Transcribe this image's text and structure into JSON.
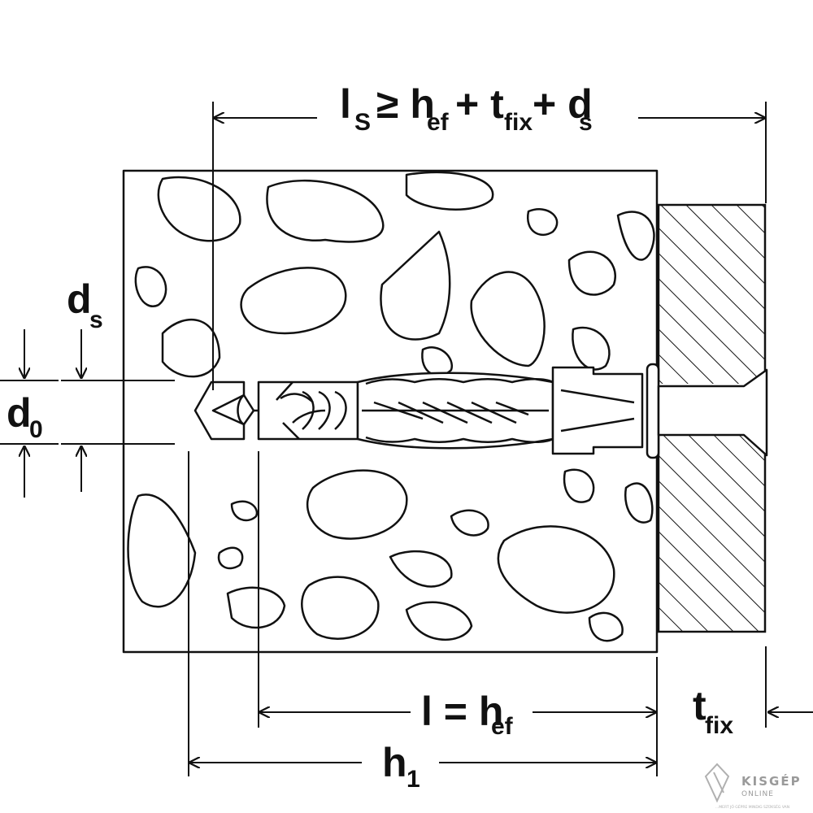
{
  "labels": {
    "ls_eq": {
      "l": "l",
      "s": "S",
      "ge": "≥ h",
      "ef": "ef",
      "plus1": "+ t",
      "fix": "fix",
      "plus2": "+ d",
      "s2": "s"
    },
    "ds": {
      "main": "d",
      "sub": "s"
    },
    "d0": {
      "main": "d",
      "sub": "0"
    },
    "l_eq": {
      "main": "l = h",
      "sub": "ef"
    },
    "h1": {
      "main": "h",
      "sub": "1"
    },
    "tfix": {
      "main": "t",
      "sub": "fix"
    }
  },
  "watermark": {
    "name": "KISGÉP",
    "line2": "ONLINE",
    "tagline": "...MERT JÓ GÉPRE MINDIG SZÜKSÉG VAN"
  },
  "colors": {
    "ink": "#111111",
    "watermark": "#9a9a9a"
  }
}
